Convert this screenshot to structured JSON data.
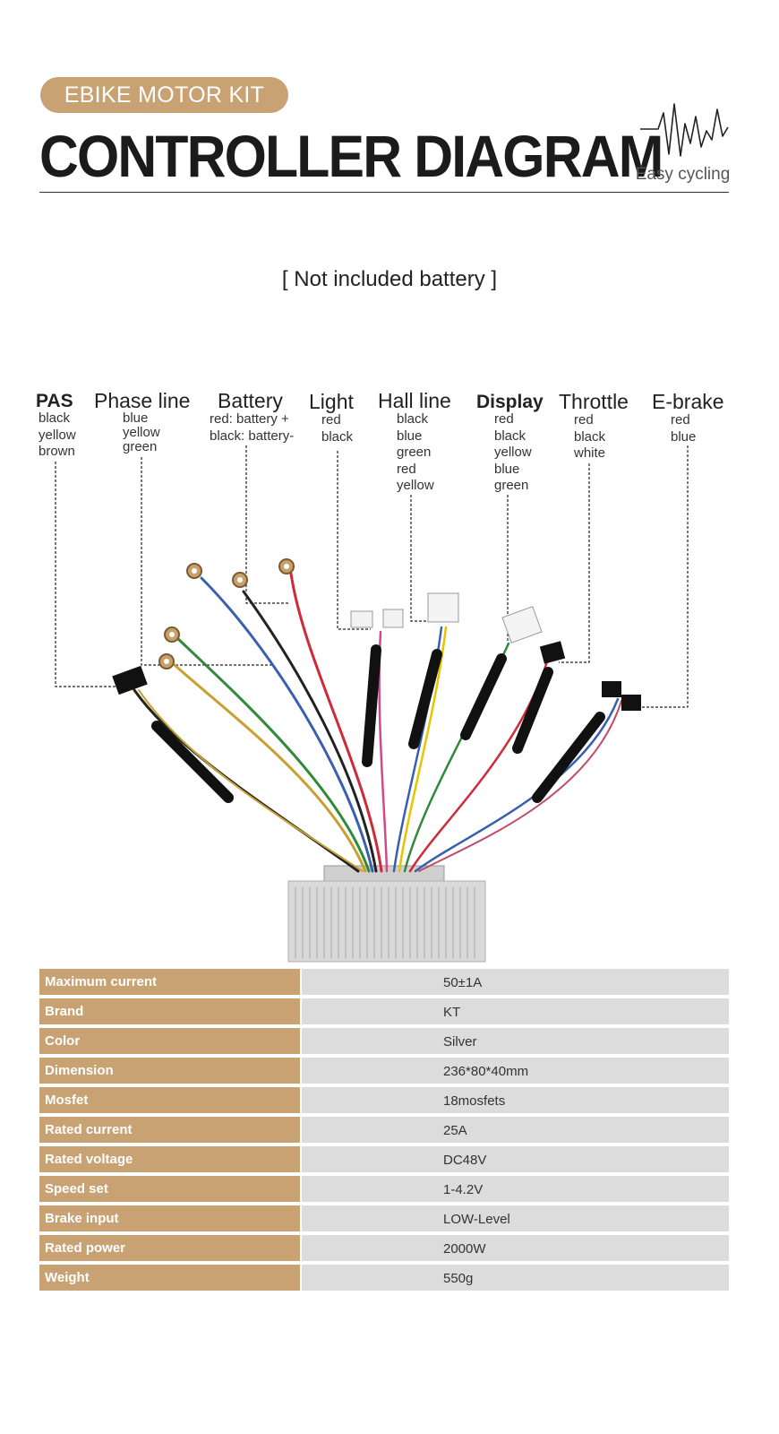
{
  "header": {
    "badge": "EBIKE MOTOR KIT",
    "title": "CONTROLLER  DIAGRAM",
    "brand": "Easy cycling"
  },
  "note": "[ Not included battery ]",
  "connectors": [
    {
      "name": "PAS",
      "wires": [
        "black",
        "yellow",
        "brown"
      ]
    },
    {
      "name": "Phase line",
      "wires": [
        "blue",
        "yellow",
        "green"
      ]
    },
    {
      "name": "Battery",
      "wires": [
        "red: battery +",
        "black: battery-"
      ]
    },
    {
      "name": "Light",
      "wires": [
        "red",
        "black"
      ]
    },
    {
      "name": "Hall line",
      "wires": [
        "black",
        "blue",
        "green",
        "red",
        "yellow"
      ]
    },
    {
      "name": "Display",
      "wires": [
        "red",
        "black",
        "yellow",
        "blue",
        "green"
      ]
    },
    {
      "name": "Throttle",
      "wires": [
        "red",
        "black",
        "white"
      ]
    },
    {
      "name": "E-brake",
      "wires": [
        "red",
        "blue"
      ]
    }
  ],
  "specs": [
    {
      "key": "Maximum current",
      "value": "50±1A"
    },
    {
      "key": "Brand",
      "value": "KT"
    },
    {
      "key": "Color",
      "value": "Silver"
    },
    {
      "key": "Dimension",
      "value": "236*80*40mm"
    },
    {
      "key": "Mosfet",
      "value": "18mosfets"
    },
    {
      "key": "Rated current",
      "value": "25A"
    },
    {
      "key": "Rated voltage",
      "value": "DC48V"
    },
    {
      "key": "Speed set",
      "value": "1-4.2V"
    },
    {
      "key": "Brake input",
      "value": "LOW-Level"
    },
    {
      "key": "Rated power",
      "value": "2000W"
    },
    {
      "key": "Weight",
      "value": "550g"
    }
  ],
  "colors": {
    "accent": "#c9a273",
    "row_bg": "#dcdcdc"
  }
}
